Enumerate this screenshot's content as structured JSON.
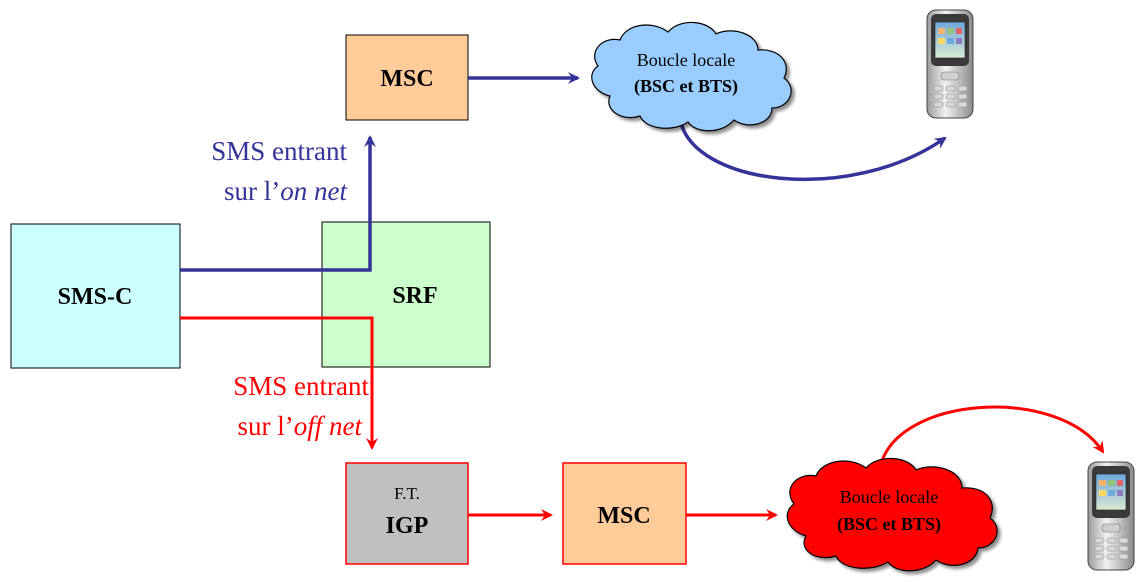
{
  "nodes": {
    "smsc": {
      "label": "SMS-C",
      "color": "#ccffff"
    },
    "srf": {
      "label": "SRF",
      "color": "#ccffcc"
    },
    "msc_on": {
      "label": "MSC",
      "color": "#ffcc99"
    },
    "msc_off": {
      "label": "MSC",
      "color": "#ffcc99"
    },
    "igp": {
      "line1": "F.T.",
      "line2": "IGP",
      "color": "#c0c0c0"
    },
    "cloud_on": {
      "line1": "Boucle locale",
      "line2": "(BSC et BTS)",
      "color": "#99ccff"
    },
    "cloud_off": {
      "line1": "Boucle locale",
      "line2": "(BSC et BTS)",
      "color": "#ff0000"
    }
  },
  "labels": {
    "on_net": {
      "line1": "SMS entrant",
      "line2_prefix": "sur l’",
      "line2_em": "on net",
      "color": "#333399"
    },
    "off_net": {
      "line1": "SMS entrant",
      "line2_prefix": "sur l’",
      "line2_em": "off net",
      "color": "#ff0000"
    }
  },
  "icons": {
    "phone_on": "mobile-phone-icon",
    "phone_off": "mobile-phone-icon"
  },
  "colors": {
    "on_net_path": "#333399",
    "off_net_path": "#ff0000",
    "box_border": "#000000"
  }
}
